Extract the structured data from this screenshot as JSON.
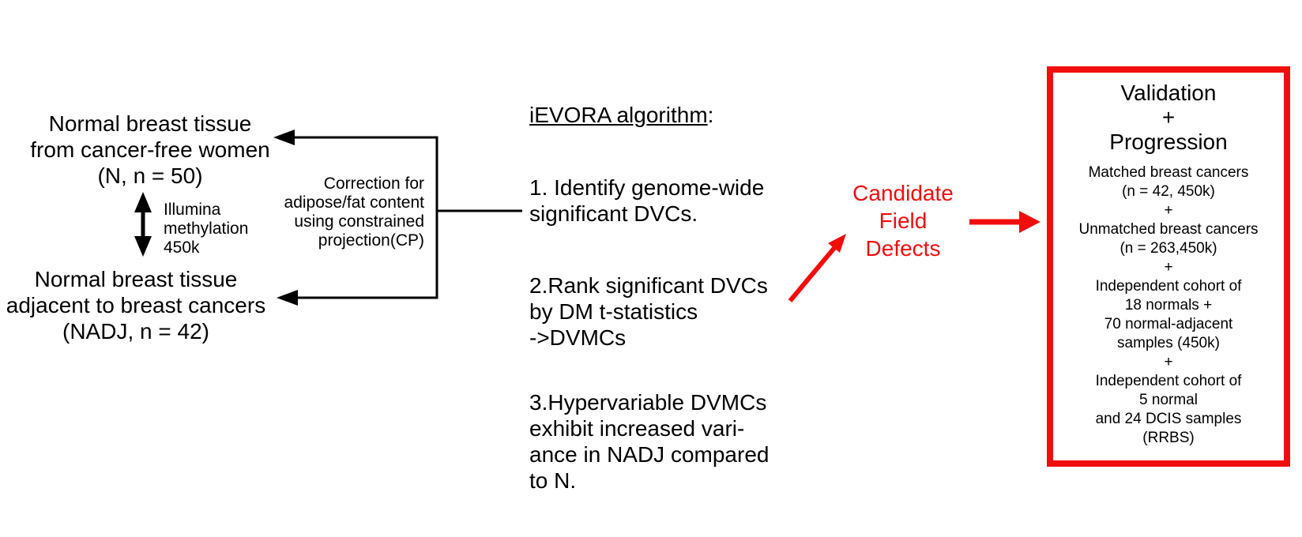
{
  "colors": {
    "accent_red": "#f20d0d",
    "text_black": "#000000",
    "background": "#ffffff"
  },
  "cohorts": {
    "normal": "Normal breast tissue\nfrom cancer-free women\n(N, n = 50)",
    "adjacent": "Normal breast tissue\nadjacent to breast cancers\n(NADJ, n = 42)",
    "assay_label": "Illumina\nmethylation\n450k"
  },
  "correction_note": "Correction for\nadipose/fat content\nusing constrained\nprojection(CP)",
  "algorithm": {
    "title": "iEVORA algorithm",
    "title_colon": ":",
    "steps": [
      "1. Identify genome-wide\nsignificant DVCs.",
      "2.Rank significant DVCs\nby DM t-statistics\n->DVMCs",
      "3.Hypervariable DVMCs\nexhibit increased vari-\nance in NADJ compared\nto N."
    ]
  },
  "candidate_label": "Candidate\nField\nDefects",
  "validation_box": {
    "title": "Validation\n+\nProgression",
    "body": "Matched breast cancers\n(n = 42, 450k)\n+\nUnmatched breast cancers\n(n = 263,450k)\n+\nIndependent cohort of\n18 normals +\n70 normal-adjacent\nsamples (450k)\n+\nIndependent cohort of\n5 normal\nand 24 DCIS samples\n(RRBS)"
  }
}
